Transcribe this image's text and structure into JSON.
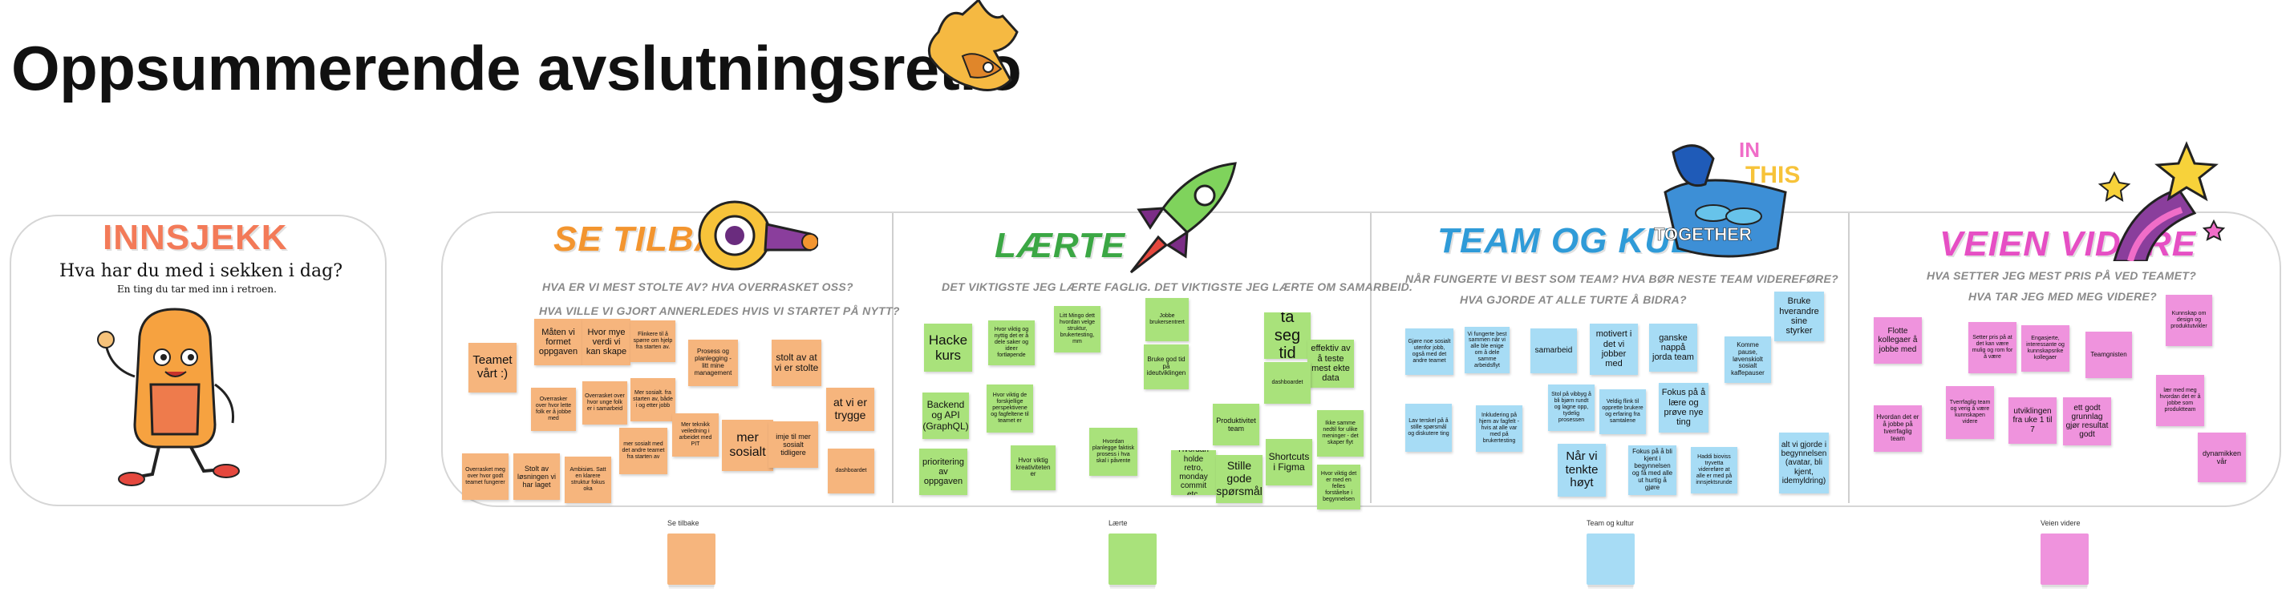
{
  "title": "Oppsummerende avslutningsretro",
  "innsjekk": {
    "title": "INNSJEKK",
    "question": "Hva har du med i sekken i dag?",
    "subtitle": "En ting du tar med inn i retroen."
  },
  "colors": {
    "orange": "#f6b57d",
    "green": "#a9e27b",
    "blue": "#a7dcf5",
    "pink": "#ef93dd",
    "se_tilbake": "#f3952f",
    "laerte": "#3ba744",
    "team": "#2f9bd8",
    "veien": "#e64fc4"
  },
  "sections": {
    "se_tilbake": {
      "title": "SE TILBAKE",
      "prompt1": "HVA ER VI MEST STOLTE AV?    HVA OVERRASKET OSS?",
      "prompt2": "HVA VILLE VI GJORT ANNERLEDES HVIS VI STARTET PÅ NYTT?",
      "notes": [
        "Teamet vårt :)",
        "Måten vi formet oppgaven",
        "Hvor mye verdi vi kan skape",
        "Flinkere til å spørre om hjelp fra starten av.",
        "Prosess og planlegging - litt mine management",
        "stolt av at vi er stolte",
        "at vi er trygge",
        "Overrasker over hvor lette folk er å jobbe med",
        "Overrasket over hvor unge folk er i samarbeid",
        "Mer sosialt. fra starten av, både i og etter jobb",
        "Mer teknikk veiledning i arbeidet med PIT",
        "mer sosialt",
        "imje til mer sosialt tidligere",
        "dashboardet",
        "Overrasket meg over hvor godt teamet fungerer",
        "Stolt av løsningen vi har laget",
        "Ambisiøs. Satt en klarere struktur fokus oka",
        "mer sosialt med det andre teamet fra starten av"
      ]
    },
    "laerte": {
      "title": "LÆRTE",
      "prompt1": "DET VIKTIGSTE JEG LÆRTE FAGLIG.    DET VIKTIGSTE JEG LÆRTE OM SAMARBEID.",
      "notes": [
        "Hacke kurs",
        "Hvor viktig og nyttig det er å dele saker og ideer fortløpende",
        "Litt Mingo dett hvordan velge struktur, brukertesting, mm",
        "Jobbe brukersentrert",
        "ta seg tid",
        "effektiv av å teste mest ekte data",
        "Backend og API (GraphQL)",
        "Hvor viktig de forskjellige perspektivene og fagfeltene til teamet er",
        "Bruke god tid på ideutviklingen",
        "dashboardet",
        "Produktivitet team",
        "Ikke samme nedtil for ulike meninger - det skaper flyt",
        "prioritering av oppgaven",
        "Hvor viktig kreativiteten er",
        "Hvordan planlegge faktisk prosess i hva skal i påvente",
        "Hvordan holde retro, monday commit etc.",
        "Stille gode spørsmål",
        "Shortcuts i Figma",
        "Hvor viktig det er med en felles forståelse i begynnelsen"
      ]
    },
    "team": {
      "title": "TEAM OG KULTUR",
      "prompt1": "NÅR FUNGERTE VI BEST SOM TEAM?    HVA BØR NESTE TEAM VIDEREFØRE?",
      "prompt2": "HVA GJORDE AT ALLE TURTE Å BIDRA?",
      "notes": [
        "Gjøre noe sosialt utenfor jobb, også med det andre teamet",
        "Vi fungerte best sammen når vi alle ble enige om å dele samme arbeidsflyt",
        "samarbeid",
        "motivert i det vi jobber med",
        "ganske nappå jorda team",
        "Bruke hverandre sine styrker",
        "Komme pause, løvenskiolt sosialt kaffepauser",
        "Lav terskel på å stille spørsmål og diskutere ting",
        "Inkludering på hjem av fagfelt - hvis at alle var med på brukertesting",
        "Stol på vibbyg å bli bjørn rundt og lagne opp, tydelig prosessen",
        "Veldig flink til opprette brukere og erfaring fra samtalene",
        "Fokus på å lære og prøve nye ting",
        "Når vi tenkte høyt",
        "Fokus på å bli kjent i begynnelsen og få med alle ut hurtig å gjøre",
        "Haddi bioviss tryvetta videreføre at alle er med på innsjektsrunde",
        "alt vi gjorde i begynnelsen (avatar, bli kjent, idemyldring)"
      ]
    },
    "veien": {
      "title": "VEIEN VIDERE",
      "prompt1": "HVA SETTER JEG MEST PRIS PÅ VED TEAMET?",
      "prompt2": "HVA TAR JEG MED MEG VIDERE?",
      "notes": [
        "Flotte kollegaer å jobbe med",
        "Setter pris på at det kan være mulig og rom for å være",
        "Engasjerte, interessante og kunnskapsrike kollegaer",
        "Teamgnisten",
        "Kunnskap om design og produktutvikler",
        "Hvordan det er å jobbe på tverrfaglig team",
        "Tverrfaglig team og verig å være kunnskapen videre",
        "utviklingen fra uke 1 til 7",
        "ett godt grunnlag gjør resultat godt",
        "lær med meg hvordan det er å jobbe som produktteam",
        "dynamikken vår"
      ]
    }
  },
  "stacks": [
    {
      "label": "Se tilbake"
    },
    {
      "label": "Lærte"
    },
    {
      "label": "Team og kultur"
    },
    {
      "label": "Veien videre"
    }
  ],
  "decor": {
    "in_this_together": [
      "IN",
      "THIS",
      "TOGETHER"
    ]
  }
}
